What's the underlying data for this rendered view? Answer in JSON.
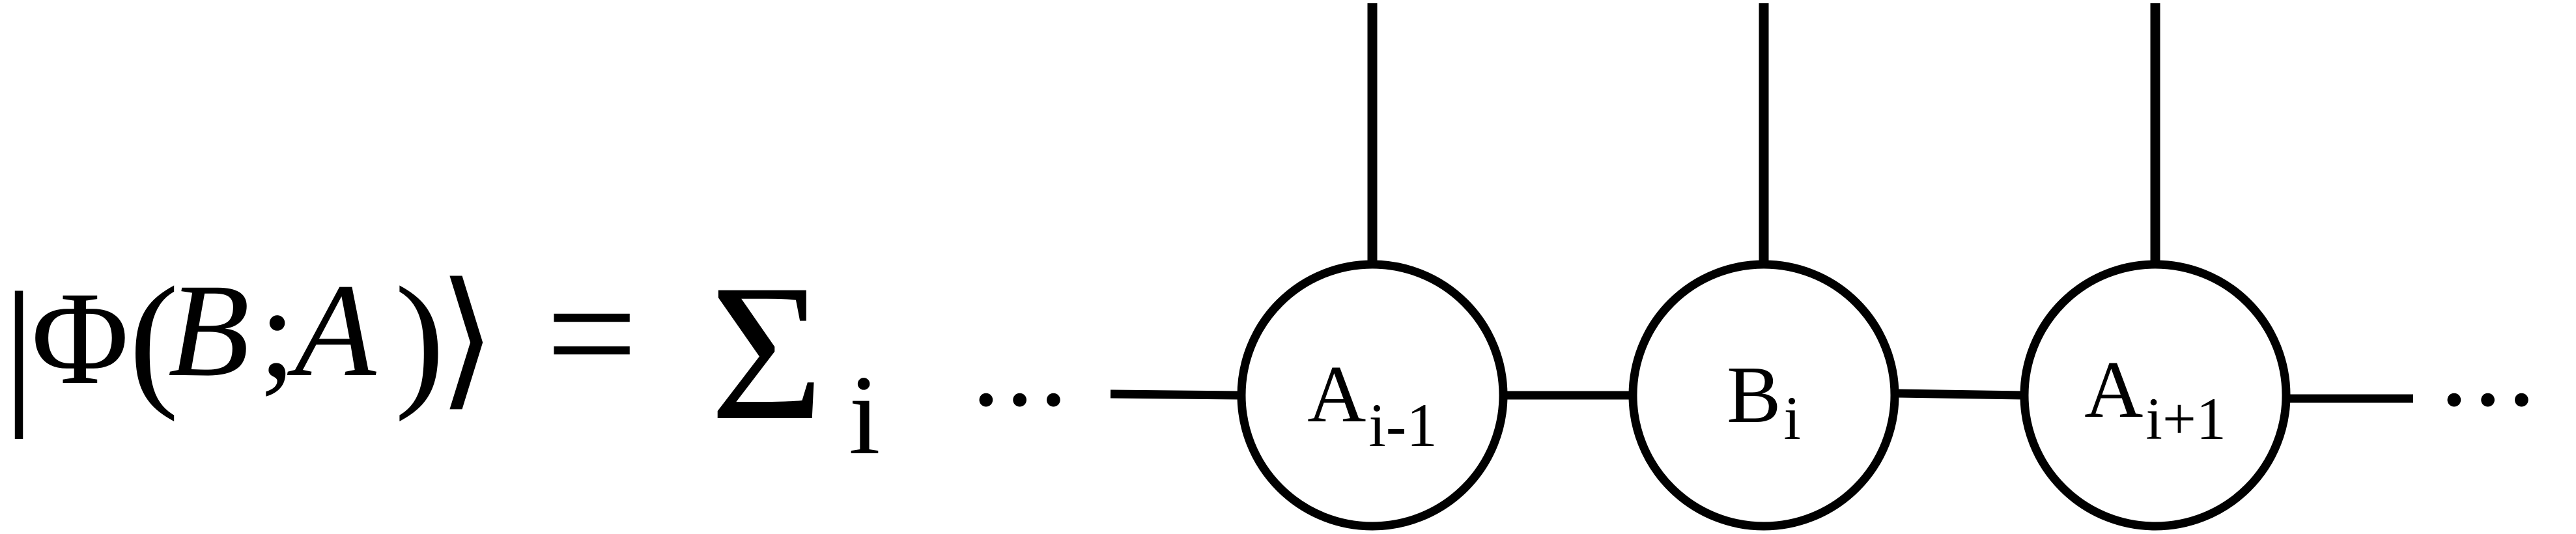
{
  "equation": {
    "ket_open": "|",
    "phi": "Φ",
    "paren_open": "(",
    "arg_b": "B",
    "semicolon": ";",
    "arg_a": "A",
    "paren_close": ")",
    "ket_close": "⟩",
    "equals": "=",
    "sum_symbol": "Σ",
    "sum_index": "i"
  },
  "chain": {
    "ellipsis_left": "...",
    "ellipsis_right": "...",
    "tensors": [
      {
        "base": "A",
        "sub": "i-1"
      },
      {
        "base": "B",
        "sub": "i"
      },
      {
        "base": "A",
        "sub": "i+1"
      }
    ]
  },
  "colors": {
    "ink": "#000000",
    "background": "#ffffff"
  }
}
